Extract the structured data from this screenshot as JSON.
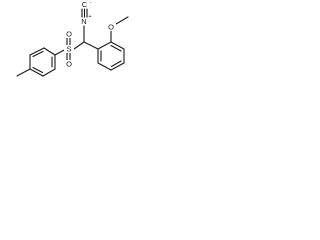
{
  "structure": {
    "atoms": {
      "isocyanide_nitrogen": {
        "symbol": "N",
        "charge": "+"
      },
      "isocyanide_carbon": {
        "symbol": "C",
        "charge": "-"
      },
      "sulfonyl_sulfur": {
        "symbol": "S"
      },
      "sulfonyl_oxygen_top": {
        "symbol": "O"
      },
      "sulfonyl_oxygen_bottom": {
        "symbol": "O"
      },
      "methoxy_oxygen": {
        "symbol": "O"
      }
    }
  }
}
